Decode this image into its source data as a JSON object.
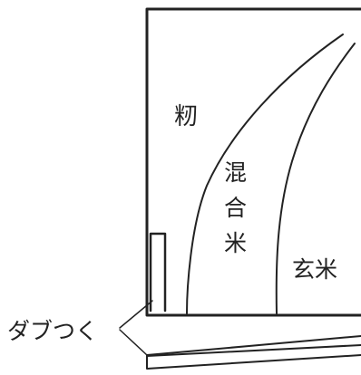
{
  "labels": {
    "momi": "籾",
    "mixed": [
      "混",
      "合",
      "米"
    ],
    "genmai": "玄米",
    "dabutsuku": "ダブつく"
  }
}
